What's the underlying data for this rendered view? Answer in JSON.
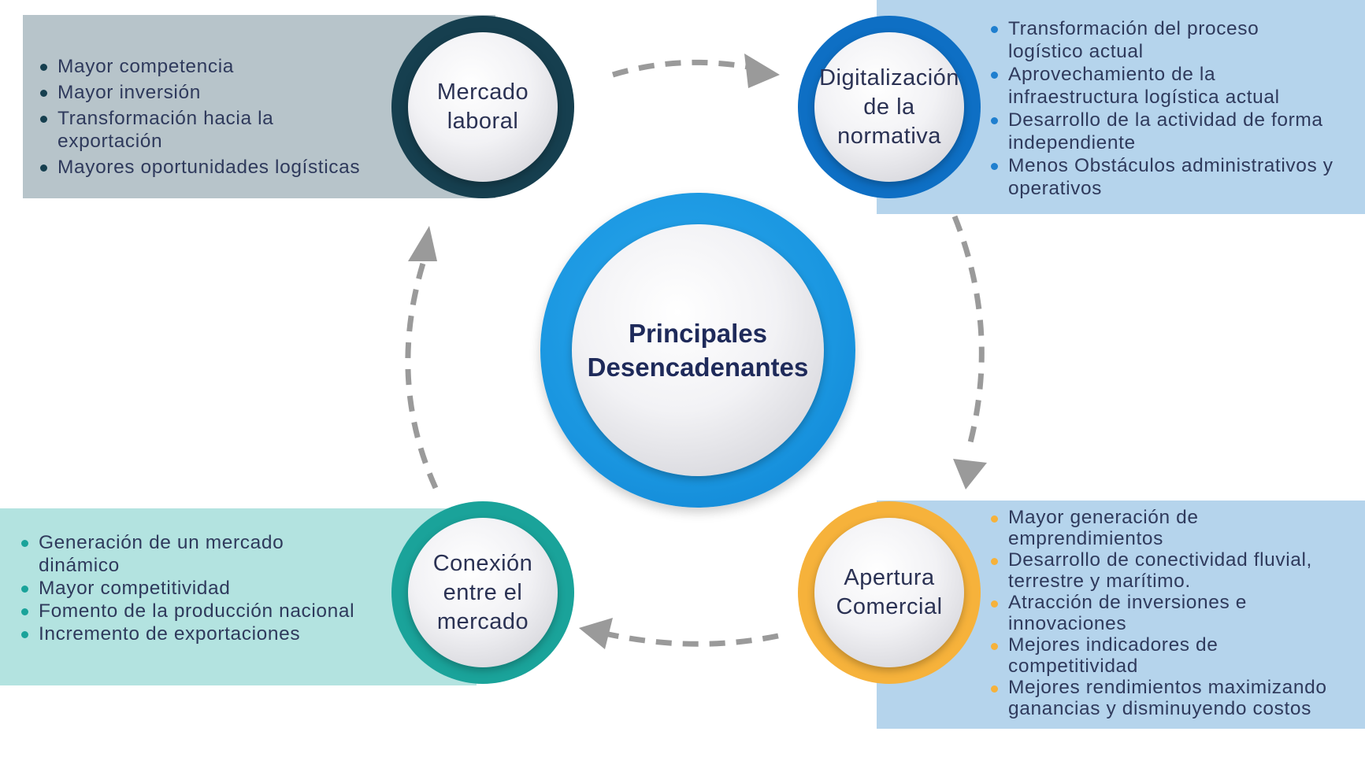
{
  "center": {
    "title_line1": "Principales",
    "title_line2": "Desencadenantes"
  },
  "nodes": {
    "mercado_laboral": {
      "label": "Mercado\nlaboral",
      "items": [
        "Mayor competencia",
        "Mayor inversión",
        "Transformación hacia la exportación",
        "Mayores oportunidades logísticas"
      ]
    },
    "digitalizacion": {
      "label": "Digitalización\nde la\nnormativa",
      "items": [
        "Transformación del proceso logístico actual",
        "Aprovechamiento de la infraestructura logística actual",
        "Desarrollo de la actividad de forma independiente",
        "Menos Obstáculos administrativos y operativos"
      ]
    },
    "conexion": {
      "label": "Conexión\nentre el\nmercado",
      "items": [
        "Generación de un mercado dinámico",
        "Mayor competitividad",
        "Fomento de la producción nacional",
        "Incremento de exportaciones"
      ]
    },
    "apertura": {
      "label": "Apertura\nComercial",
      "items": [
        "Mayor generación de emprendimientos",
        "Desarrollo de conectividad fluvial, terrestre y marítimo.",
        "Atracción de inversiones e innovaciones",
        "Mejores indicadores de competitividad",
        "Mejores rendimientos maximizando ganancias y disminuyendo costos"
      ]
    }
  },
  "colors": {
    "mercado_ring": "#163f4f",
    "mercado_panel": "#b7c4ca",
    "mercado_dot": "#163f4f",
    "digital_ring": "#0e6fc4",
    "digital_panel": "#b5d4ec",
    "digital_dot": "#1f7fcf",
    "conexion_ring": "#1aa39a",
    "conexion_panel": "#b3e3e0",
    "conexion_dot": "#1aa39a",
    "apertura_ring": "#f6b23b",
    "apertura_panel": "#b5d4ec",
    "apertura_dot": "#f6b23b",
    "center_ring": "#1a96e0",
    "arrow": "#9a9a9a",
    "center_text": "#1e2a5a"
  }
}
